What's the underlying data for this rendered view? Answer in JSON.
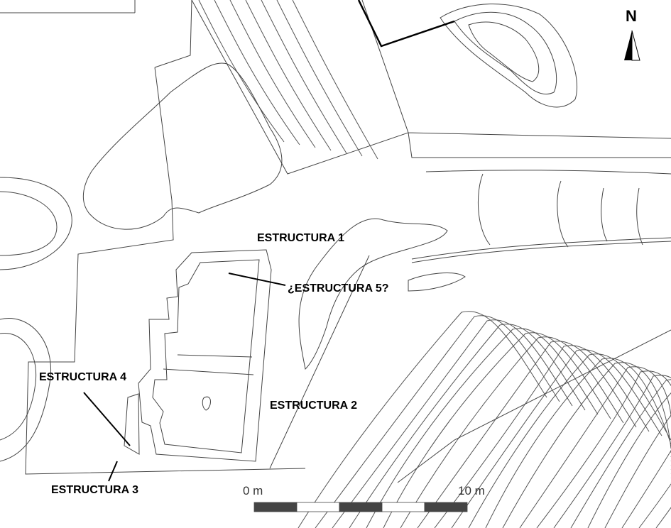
{
  "labels": {
    "estructura_1": "ESTRUCTURA 1",
    "estructura_2": "ESTRUCTURA 2",
    "estructura_3": "ESTRUCTURA 3",
    "estructura_4": "ESTRUCTURA 4",
    "estructura_5": "¿ESTRUCTURA 5?"
  },
  "north_arrow": {
    "label": "N"
  },
  "scale_bar": {
    "start_label": "0 m",
    "end_label": "10 m",
    "segments": 5,
    "length_m": 10,
    "dark_color": "#444444",
    "light_color": "#ffffff"
  }
}
